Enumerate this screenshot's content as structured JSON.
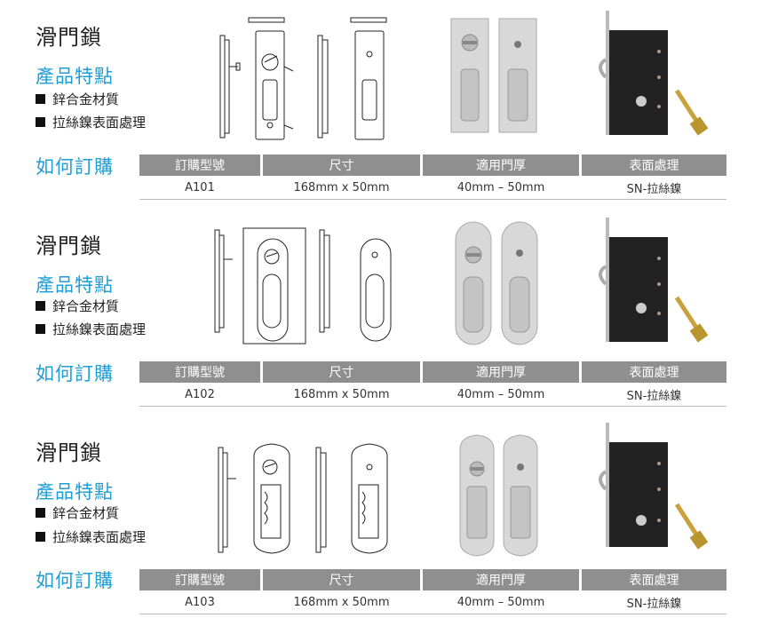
{
  "sections": [
    {
      "title": "滑門鎖",
      "features_title": "產品特點",
      "features": [
        "鋅合金材質",
        "拉絲鎳表面處理"
      ],
      "order_title": "如何訂購",
      "headers": [
        "訂購型號",
        "尺寸",
        "適用門厚",
        "表面處理"
      ],
      "row": [
        "A101",
        "168mm x 50mm",
        "40mm – 50mm",
        "SN-拉絲鎳"
      ]
    },
    {
      "title": "滑門鎖",
      "features_title": "產品特點",
      "features": [
        "鋅合金材質",
        "拉絲鎳表面處理"
      ],
      "order_title": "如何訂購",
      "headers": [
        "訂購型號",
        "尺寸",
        "適用門厚",
        "表面處理"
      ],
      "row": [
        "A102",
        "168mm x 50mm",
        "40mm – 50mm",
        "SN-拉絲鎳"
      ]
    },
    {
      "title": "滑門鎖",
      "features_title": "產品特點",
      "features": [
        "鋅合金材質",
        "拉絲鎳表面處理"
      ],
      "order_title": "如何訂購",
      "headers": [
        "訂購型號",
        "尺寸",
        "適用門厚",
        "表面處理"
      ],
      "row": [
        "A103",
        "168mm x 50mm",
        "40mm – 50mm",
        "SN-拉絲鎳"
      ]
    }
  ]
}
